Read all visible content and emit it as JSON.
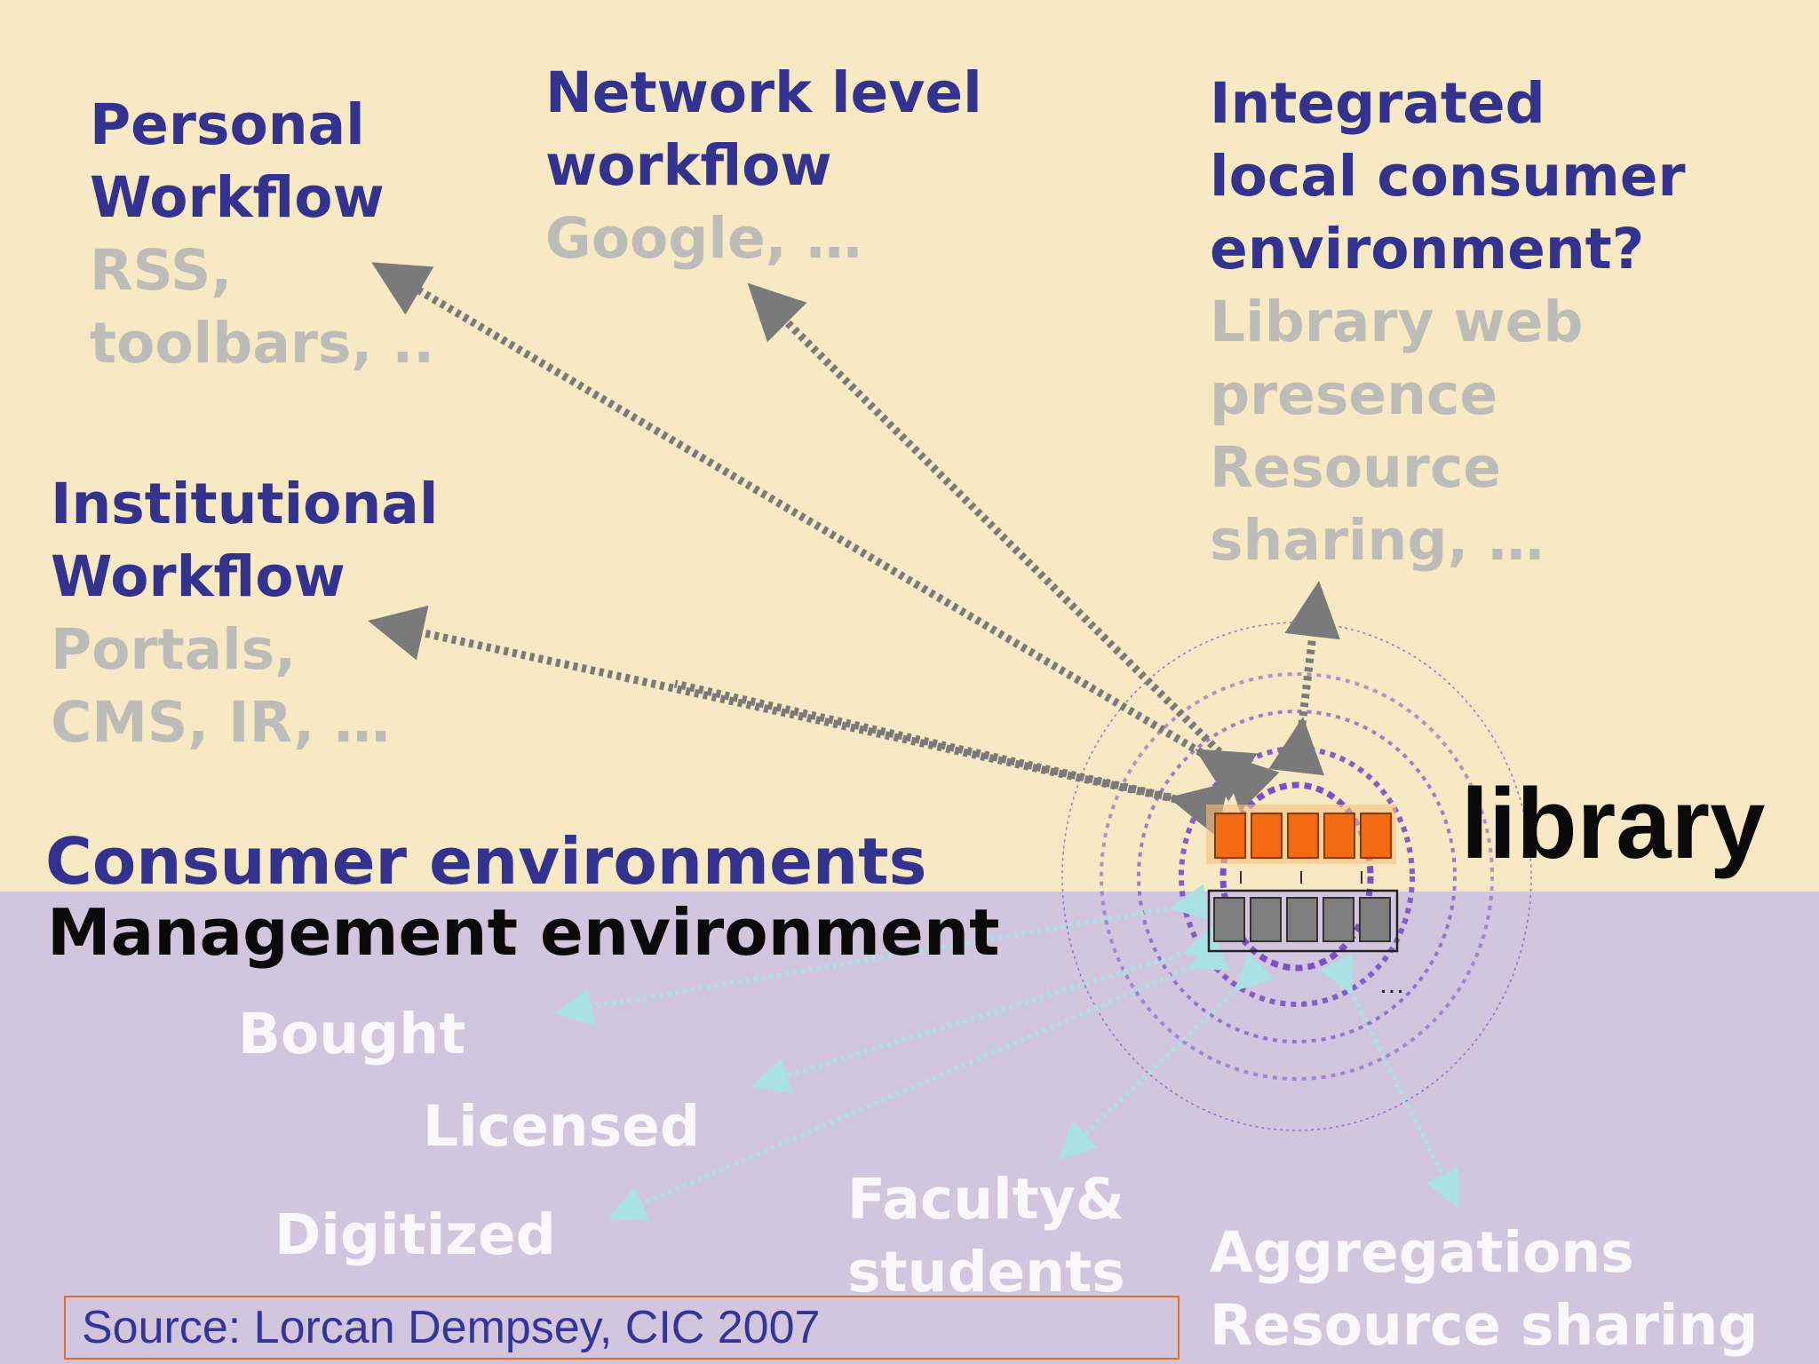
{
  "labels": {
    "personal_workflow": {
      "title": [
        "Personal",
        "Workflow"
      ],
      "examples": [
        "RSS,",
        "toolbars, .."
      ]
    },
    "network_workflow": {
      "title": [
        "Network level",
        "workflow"
      ],
      "examples": [
        "Google, …"
      ]
    },
    "integrated_local": {
      "title": [
        "Integrated",
        "local consumer",
        "environment?"
      ],
      "examples": [
        "Library web",
        "presence",
        "Resource",
        "sharing, …"
      ]
    },
    "institutional_workflow": {
      "title": [
        "Institutional",
        "Workflow"
      ],
      "examples": [
        "Portals,",
        "CMS, IR, …"
      ]
    },
    "consumer_environments": "Consumer environments",
    "management_environment": "Management environment",
    "library": "library",
    "bought": "Bought",
    "licensed": "Licensed",
    "digitized": "Digitized",
    "faculty_students": [
      "Faculty&",
      "students"
    ],
    "aggregations": [
      "Aggregations",
      "Resource sharing"
    ],
    "ellipsis": "…",
    "source": "Source: Lorcan Dempsey, CIC 2007"
  },
  "colors": {
    "top_background": "#f7e9c3",
    "bottom_background": "#d2c6de",
    "heading_blue": "#33338f",
    "example_gray": "#bebcb8",
    "bottom_label_white": "#fbf8fd",
    "consumer_arrow": "#7a7a7a",
    "management_arrow": "#a9e1e4",
    "circle_purple": "#7a4fc9",
    "orange_cell": "#f26a11",
    "gray_cell": "#7e7e7e",
    "source_border": "#e26d2a"
  }
}
